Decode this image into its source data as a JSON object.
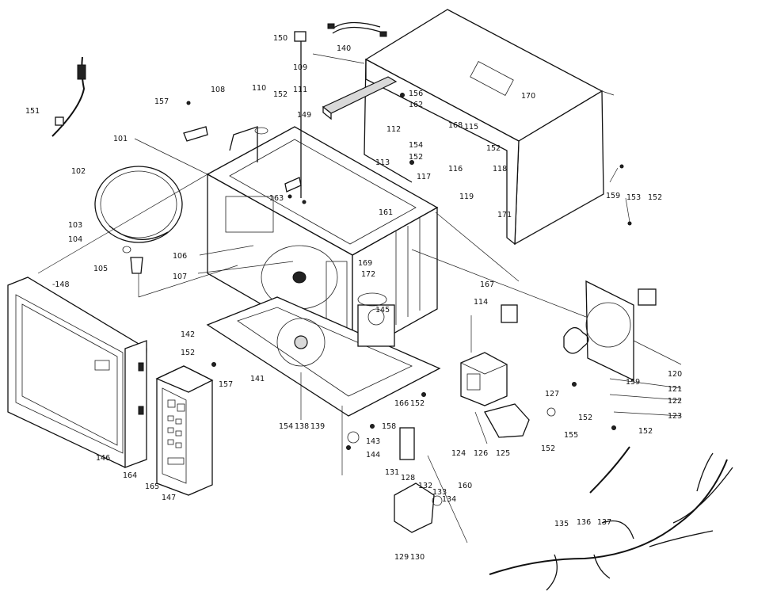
{
  "diagram": {
    "callouts": [
      {
        "id": "c150",
        "text": "150"
      },
      {
        "id": "c140",
        "text": "140"
      },
      {
        "id": "c109",
        "text": "109"
      },
      {
        "id": "c157a",
        "text": "157"
      },
      {
        "id": "c108",
        "text": "108"
      },
      {
        "id": "c110",
        "text": "110"
      },
      {
        "id": "c152a",
        "text": "152"
      },
      {
        "id": "c111",
        "text": "111"
      },
      {
        "id": "c149",
        "text": "149"
      },
      {
        "id": "c156",
        "text": "156"
      },
      {
        "id": "c162",
        "text": "162"
      },
      {
        "id": "c170",
        "text": "170"
      },
      {
        "id": "c151",
        "text": "151"
      },
      {
        "id": "c101",
        "text": "101"
      },
      {
        "id": "c112",
        "text": "112"
      },
      {
        "id": "c168",
        "text": "168"
      },
      {
        "id": "c115",
        "text": "115"
      },
      {
        "id": "c154a",
        "text": "154"
      },
      {
        "id": "c152b",
        "text": "152"
      },
      {
        "id": "c113",
        "text": "113"
      },
      {
        "id": "c152c",
        "text": "152"
      },
      {
        "id": "c116",
        "text": "116"
      },
      {
        "id": "c118",
        "text": "118"
      },
      {
        "id": "c102",
        "text": "102"
      },
      {
        "id": "c117",
        "text": "117"
      },
      {
        "id": "c159a",
        "text": "159"
      },
      {
        "id": "c153",
        "text": "153"
      },
      {
        "id": "c152d",
        "text": "152"
      },
      {
        "id": "c163",
        "text": "163"
      },
      {
        "id": "c119",
        "text": "119"
      },
      {
        "id": "c161",
        "text": "161"
      },
      {
        "id": "c171",
        "text": "171"
      },
      {
        "id": "c103",
        "text": "103"
      },
      {
        "id": "c104",
        "text": "104"
      },
      {
        "id": "c106",
        "text": "106"
      },
      {
        "id": "c105",
        "text": "105"
      },
      {
        "id": "c169",
        "text": "169"
      },
      {
        "id": "c107",
        "text": "107"
      },
      {
        "id": "c172",
        "text": "172"
      },
      {
        "id": "c148",
        "text": "-148"
      },
      {
        "id": "c167",
        "text": "167"
      },
      {
        "id": "c114",
        "text": "114"
      },
      {
        "id": "c145",
        "text": "145"
      },
      {
        "id": "c142",
        "text": "142"
      },
      {
        "id": "c120",
        "text": "120"
      },
      {
        "id": "c152e",
        "text": "152"
      },
      {
        "id": "c157b",
        "text": "157"
      },
      {
        "id": "c159b",
        "text": "159"
      },
      {
        "id": "c141",
        "text": "141"
      },
      {
        "id": "c121",
        "text": "121"
      },
      {
        "id": "c127",
        "text": "127"
      },
      {
        "id": "c122",
        "text": "122"
      },
      {
        "id": "c166",
        "text": "166"
      },
      {
        "id": "c152f",
        "text": "152"
      },
      {
        "id": "c152g",
        "text": "152"
      },
      {
        "id": "c123",
        "text": "123"
      },
      {
        "id": "c154b",
        "text": "154"
      },
      {
        "id": "c138",
        "text": "138"
      },
      {
        "id": "c139",
        "text": "139"
      },
      {
        "id": "c158",
        "text": "158"
      },
      {
        "id": "c155",
        "text": "155"
      },
      {
        "id": "c152h",
        "text": "152"
      },
      {
        "id": "c143",
        "text": "143"
      },
      {
        "id": "c124",
        "text": "124"
      },
      {
        "id": "c126",
        "text": "126"
      },
      {
        "id": "c125",
        "text": "125"
      },
      {
        "id": "c152i",
        "text": "152"
      },
      {
        "id": "c144",
        "text": "144"
      },
      {
        "id": "c146",
        "text": "146"
      },
      {
        "id": "c164",
        "text": "164"
      },
      {
        "id": "c131",
        "text": "131"
      },
      {
        "id": "c128",
        "text": "128"
      },
      {
        "id": "c160",
        "text": "160"
      },
      {
        "id": "c165",
        "text": "165"
      },
      {
        "id": "c147",
        "text": "147"
      },
      {
        "id": "c132",
        "text": "132"
      },
      {
        "id": "c133",
        "text": "133"
      },
      {
        "id": "c134",
        "text": "134"
      },
      {
        "id": "c135",
        "text": "135"
      },
      {
        "id": "c136",
        "text": "136"
      },
      {
        "id": "c137",
        "text": "137"
      },
      {
        "id": "c129",
        "text": "129"
      },
      {
        "id": "c130",
        "text": "130"
      }
    ]
  }
}
